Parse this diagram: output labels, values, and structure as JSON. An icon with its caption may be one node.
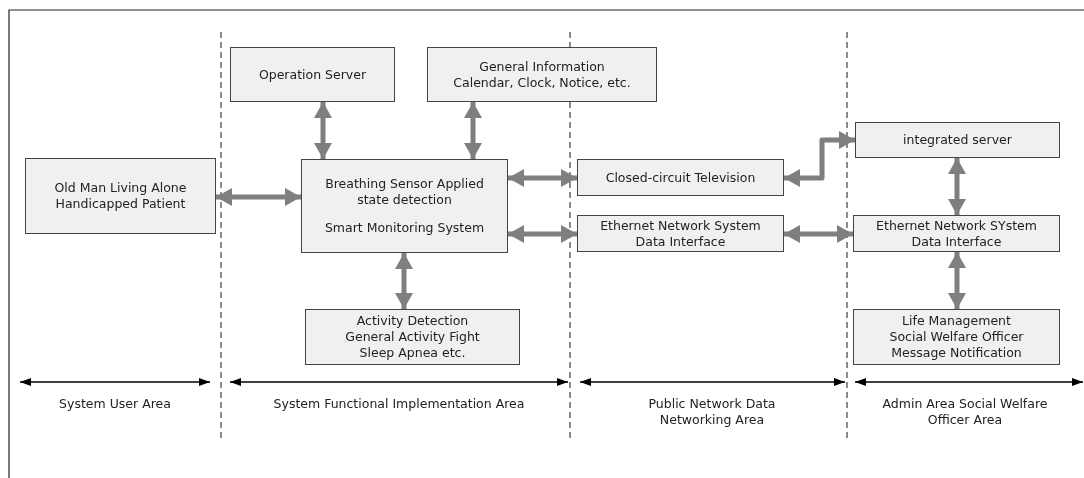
{
  "diagram": {
    "nodes": [
      {
        "text": [
          "Operation Server"
        ]
      },
      {
        "text": [
          "General Information",
          "Calendar, Clock, Notice, etc."
        ]
      },
      {
        "text": [
          "integrated server"
        ]
      },
      {
        "text": [
          "Old Man Living Alone Handicapped Patient"
        ]
      },
      {
        "text": [
          "Breathing Sensor Applied state detection",
          "Smart Monitoring System"
        ]
      },
      {
        "text": [
          "Closed-circuit Television"
        ]
      },
      {
        "text": [
          "Ethernet Network System Data Interface"
        ]
      },
      {
        "text": [
          "Ethernet Network SYstem Data Interface"
        ]
      },
      {
        "text": [
          "Activity Detection General Activity Fight Sleep Apnea etc."
        ]
      },
      {
        "text": [
          "Life Management Social Welfare Officer Message Notification"
        ]
      }
    ],
    "edges": [
      {
        "from": 0,
        "to": 4,
        "arrow": "both"
      },
      {
        "from": 1,
        "to": 4,
        "arrow": "both"
      },
      {
        "from": 3,
        "to": 4,
        "arrow": "both"
      },
      {
        "from": 4,
        "to": 5,
        "arrow": "both"
      },
      {
        "from": 5,
        "to": 2,
        "arrow": "both"
      },
      {
        "from": 4,
        "to": 6,
        "arrow": "both"
      },
      {
        "from": 6,
        "to": 7,
        "arrow": "both"
      },
      {
        "from": 2,
        "to": 7,
        "arrow": "both"
      },
      {
        "from": 7,
        "to": 9,
        "arrow": "both"
      },
      {
        "from": 4,
        "to": 8,
        "arrow": "both"
      }
    ],
    "labels": [
      "System User Area",
      "System Functional Implementation Area",
      "Public Network Data Networking Area",
      "Admin Area Social Welfare Officer Area"
    ]
  }
}
